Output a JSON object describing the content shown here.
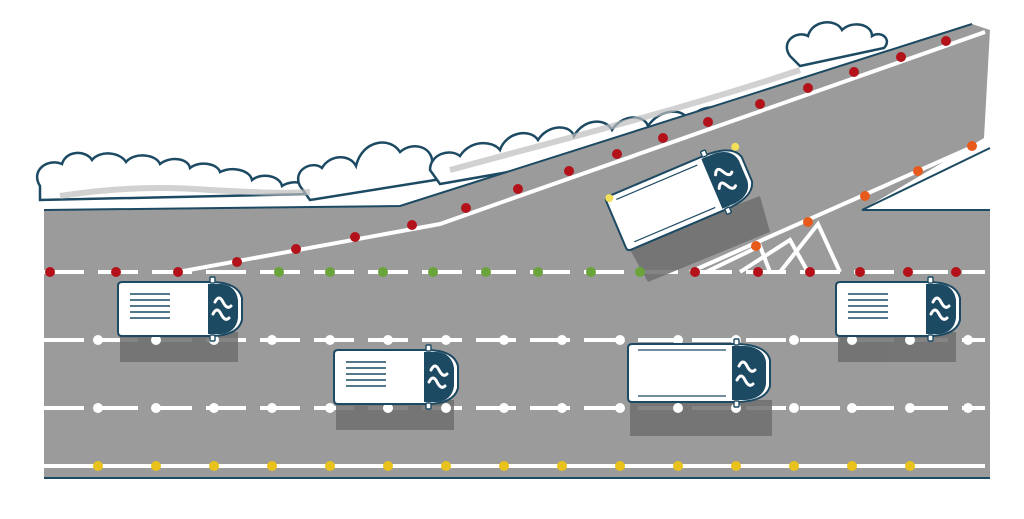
{
  "scene": {
    "description_free": true,
    "colors": {
      "background": "#ffffff",
      "road": "#9b9b9b",
      "road_outline": "#1d4a63",
      "lane_line": "#ffffff",
      "shadow": "#6e6e6e",
      "van_body": "#ffffff",
      "van_outline": "#1d4a63",
      "van_cab": "#1d4a63",
      "bush_fill": "#ffffff",
      "bush_shadow": "#bdbdbd",
      "sensor_red": "#b3121b",
      "sensor_green": "#6aa43a",
      "sensor_orange": "#e85a1c",
      "sensor_white": "#ffffff",
      "sensor_yellow": "#e9c21b",
      "headlight": "#f2e05a"
    },
    "lanes": [
      {
        "name": "merging-lane",
        "marker_color": "red"
      },
      {
        "name": "on-ramp",
        "marker_color": "orange"
      },
      {
        "name": "lane-1-boundary",
        "marker_color": "green"
      },
      {
        "name": "lane-2-boundary",
        "marker_color": "white"
      },
      {
        "name": "lane-3-boundary",
        "marker_color": "white"
      },
      {
        "name": "road-edge",
        "marker_color": "yellow"
      }
    ],
    "vehicles": [
      {
        "name": "merging-van",
        "state": "merging",
        "headlights_on": true
      },
      {
        "name": "lane1-left-van",
        "state": "cruising",
        "headlights_on": false
      },
      {
        "name": "lane1-right-van",
        "state": "cruising",
        "headlights_on": false
      },
      {
        "name": "lane2-left-van",
        "state": "cruising",
        "headlights_on": false
      },
      {
        "name": "lane2-right-van",
        "state": "cruising",
        "headlights_on": false
      }
    ],
    "icons": {
      "van_logo": "wave-logo-icon",
      "marker": "dot-marker-icon",
      "bush": "bush-icon"
    }
  }
}
